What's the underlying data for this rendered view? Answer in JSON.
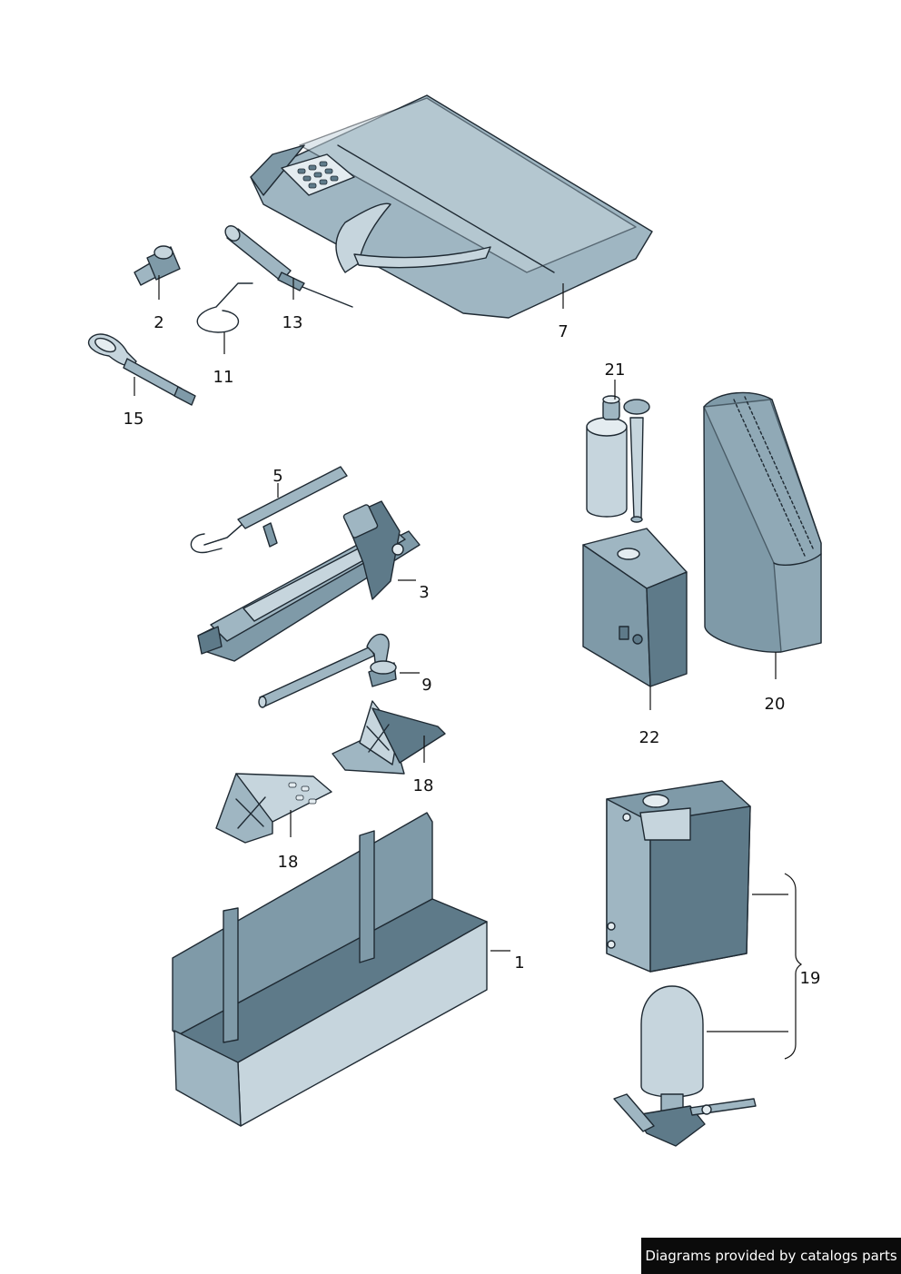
{
  "callouts": {
    "p1": "1",
    "p2": "2",
    "p3": "3",
    "p5": "5",
    "p7": "7",
    "p9": "9",
    "p11": "11",
    "p13": "13",
    "p15": "15",
    "p18a": "18",
    "p18b": "18",
    "p19": "19",
    "p20": "20",
    "p21": "21",
    "p22": "22"
  },
  "watermark": "Diagrams provided by catalogs parts"
}
